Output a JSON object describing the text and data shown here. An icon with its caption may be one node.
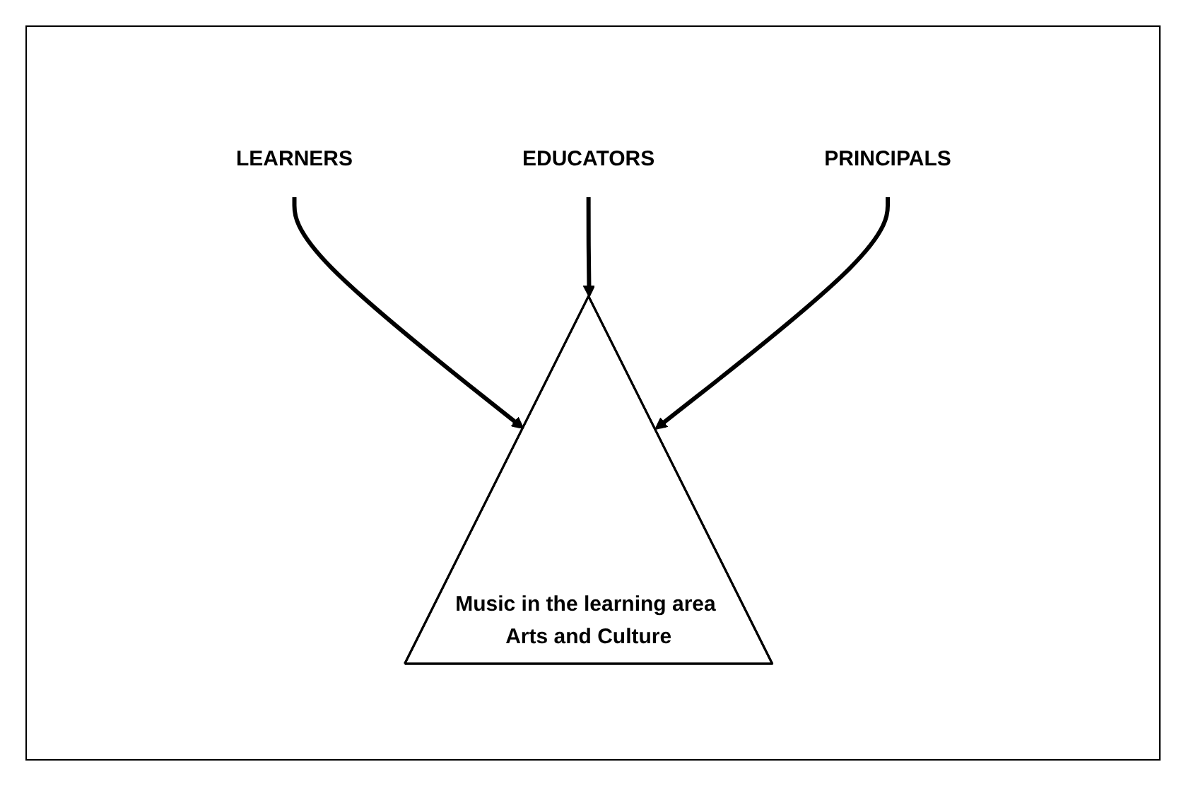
{
  "diagram": {
    "nodes": [
      {
        "text": [
          "LEARNERS"
        ]
      },
      {
        "text": [
          "Music in the learning area Arts and Culture"
        ]
      },
      {
        "text": [
          "EDUCATORS"
        ]
      },
      {
        "text": [
          "PRINCIPALS"
        ]
      }
    ],
    "edges": [
      {
        "from": 0,
        "to": 1,
        "arrow": "to"
      },
      {
        "from": 2,
        "to": 1,
        "arrow": "to"
      },
      {
        "from": 3,
        "to": 1,
        "arrow": "to"
      }
    ]
  }
}
